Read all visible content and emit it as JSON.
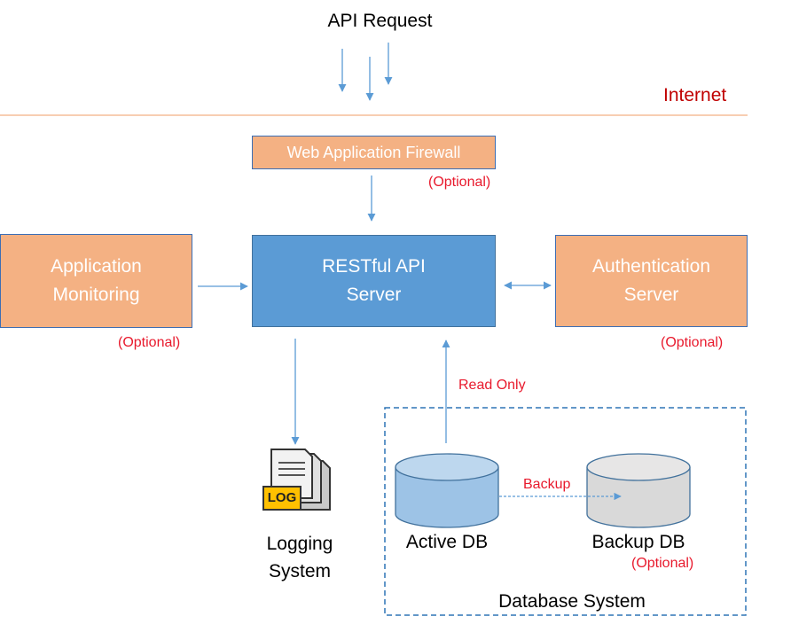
{
  "title": "API Request",
  "internet_label": "Internet",
  "waf": {
    "label": "Web Application Firewall",
    "note": "(Optional)"
  },
  "monitoring": {
    "label": "Application\nMonitoring",
    "note": "(Optional)"
  },
  "api_server": {
    "label": "RESTful API\nServer"
  },
  "auth_server": {
    "label": "Authentication\nServer",
    "note": "(Optional)"
  },
  "read_only_label": "Read Only",
  "log_icon_text": "LOG",
  "logging": {
    "label": "Logging\nSystem"
  },
  "active_db": {
    "label": "Active DB"
  },
  "backup_db": {
    "label": "Backup DB",
    "note": "(Optional)"
  },
  "backup_arrow_label": "Backup",
  "db_system_label": "Database System",
  "colors": {
    "orange": "#f4b183",
    "blue": "#5b9bd5",
    "arrow": "#5b9bd5",
    "red": "#e8192c",
    "internet": "#c00000"
  }
}
